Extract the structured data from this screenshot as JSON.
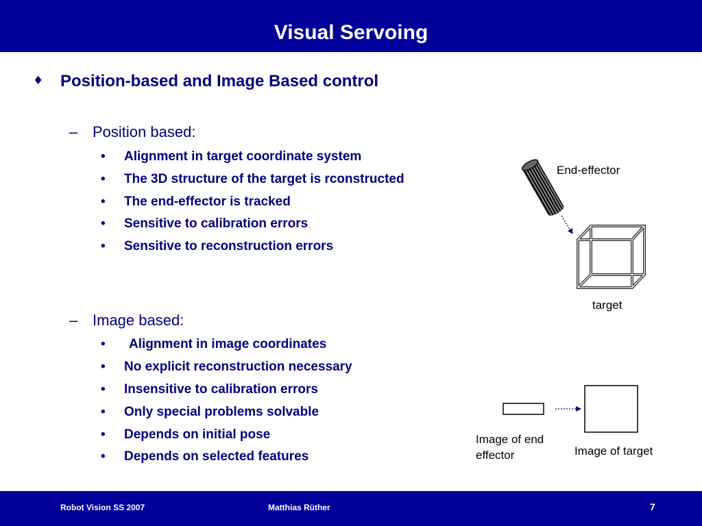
{
  "slide": {
    "title": "Visual Servoing",
    "heading_bullet": "♦",
    "heading": "Position-based and Image Based control",
    "sections": [
      {
        "dash": "–",
        "label": "Position based:",
        "bullet": "•",
        "items": [
          "Alignment in target coordinate system",
          "The 3D structure of the target is rconstructed",
          "The end-effector is tracked",
          "Sensitive to calibration errors",
          "Sensitive to reconstruction errors"
        ]
      },
      {
        "dash": "–",
        "label": "Image based:",
        "bullet": "•",
        "items": [
          "Alignment in image coordinates",
          "No explicit reconstruction necessary",
          "Insensitive to calibration errors",
          "Only special problems solvable",
          "Depends on initial pose",
          "Depends on selected features"
        ]
      }
    ]
  },
  "diagram": {
    "end_effector_label": "End-effector",
    "target_label": "target",
    "image_of_end_effector_label": [
      "Image of end",
      "effector"
    ],
    "image_of_target_label": "Image of target"
  },
  "footer": {
    "course": "Robot Vision SS 2007",
    "author": "Matthias Rüther",
    "page_number": "7"
  },
  "colors": {
    "bar": "#000099",
    "text": "#000080",
    "bar_text": "#ffffff"
  }
}
